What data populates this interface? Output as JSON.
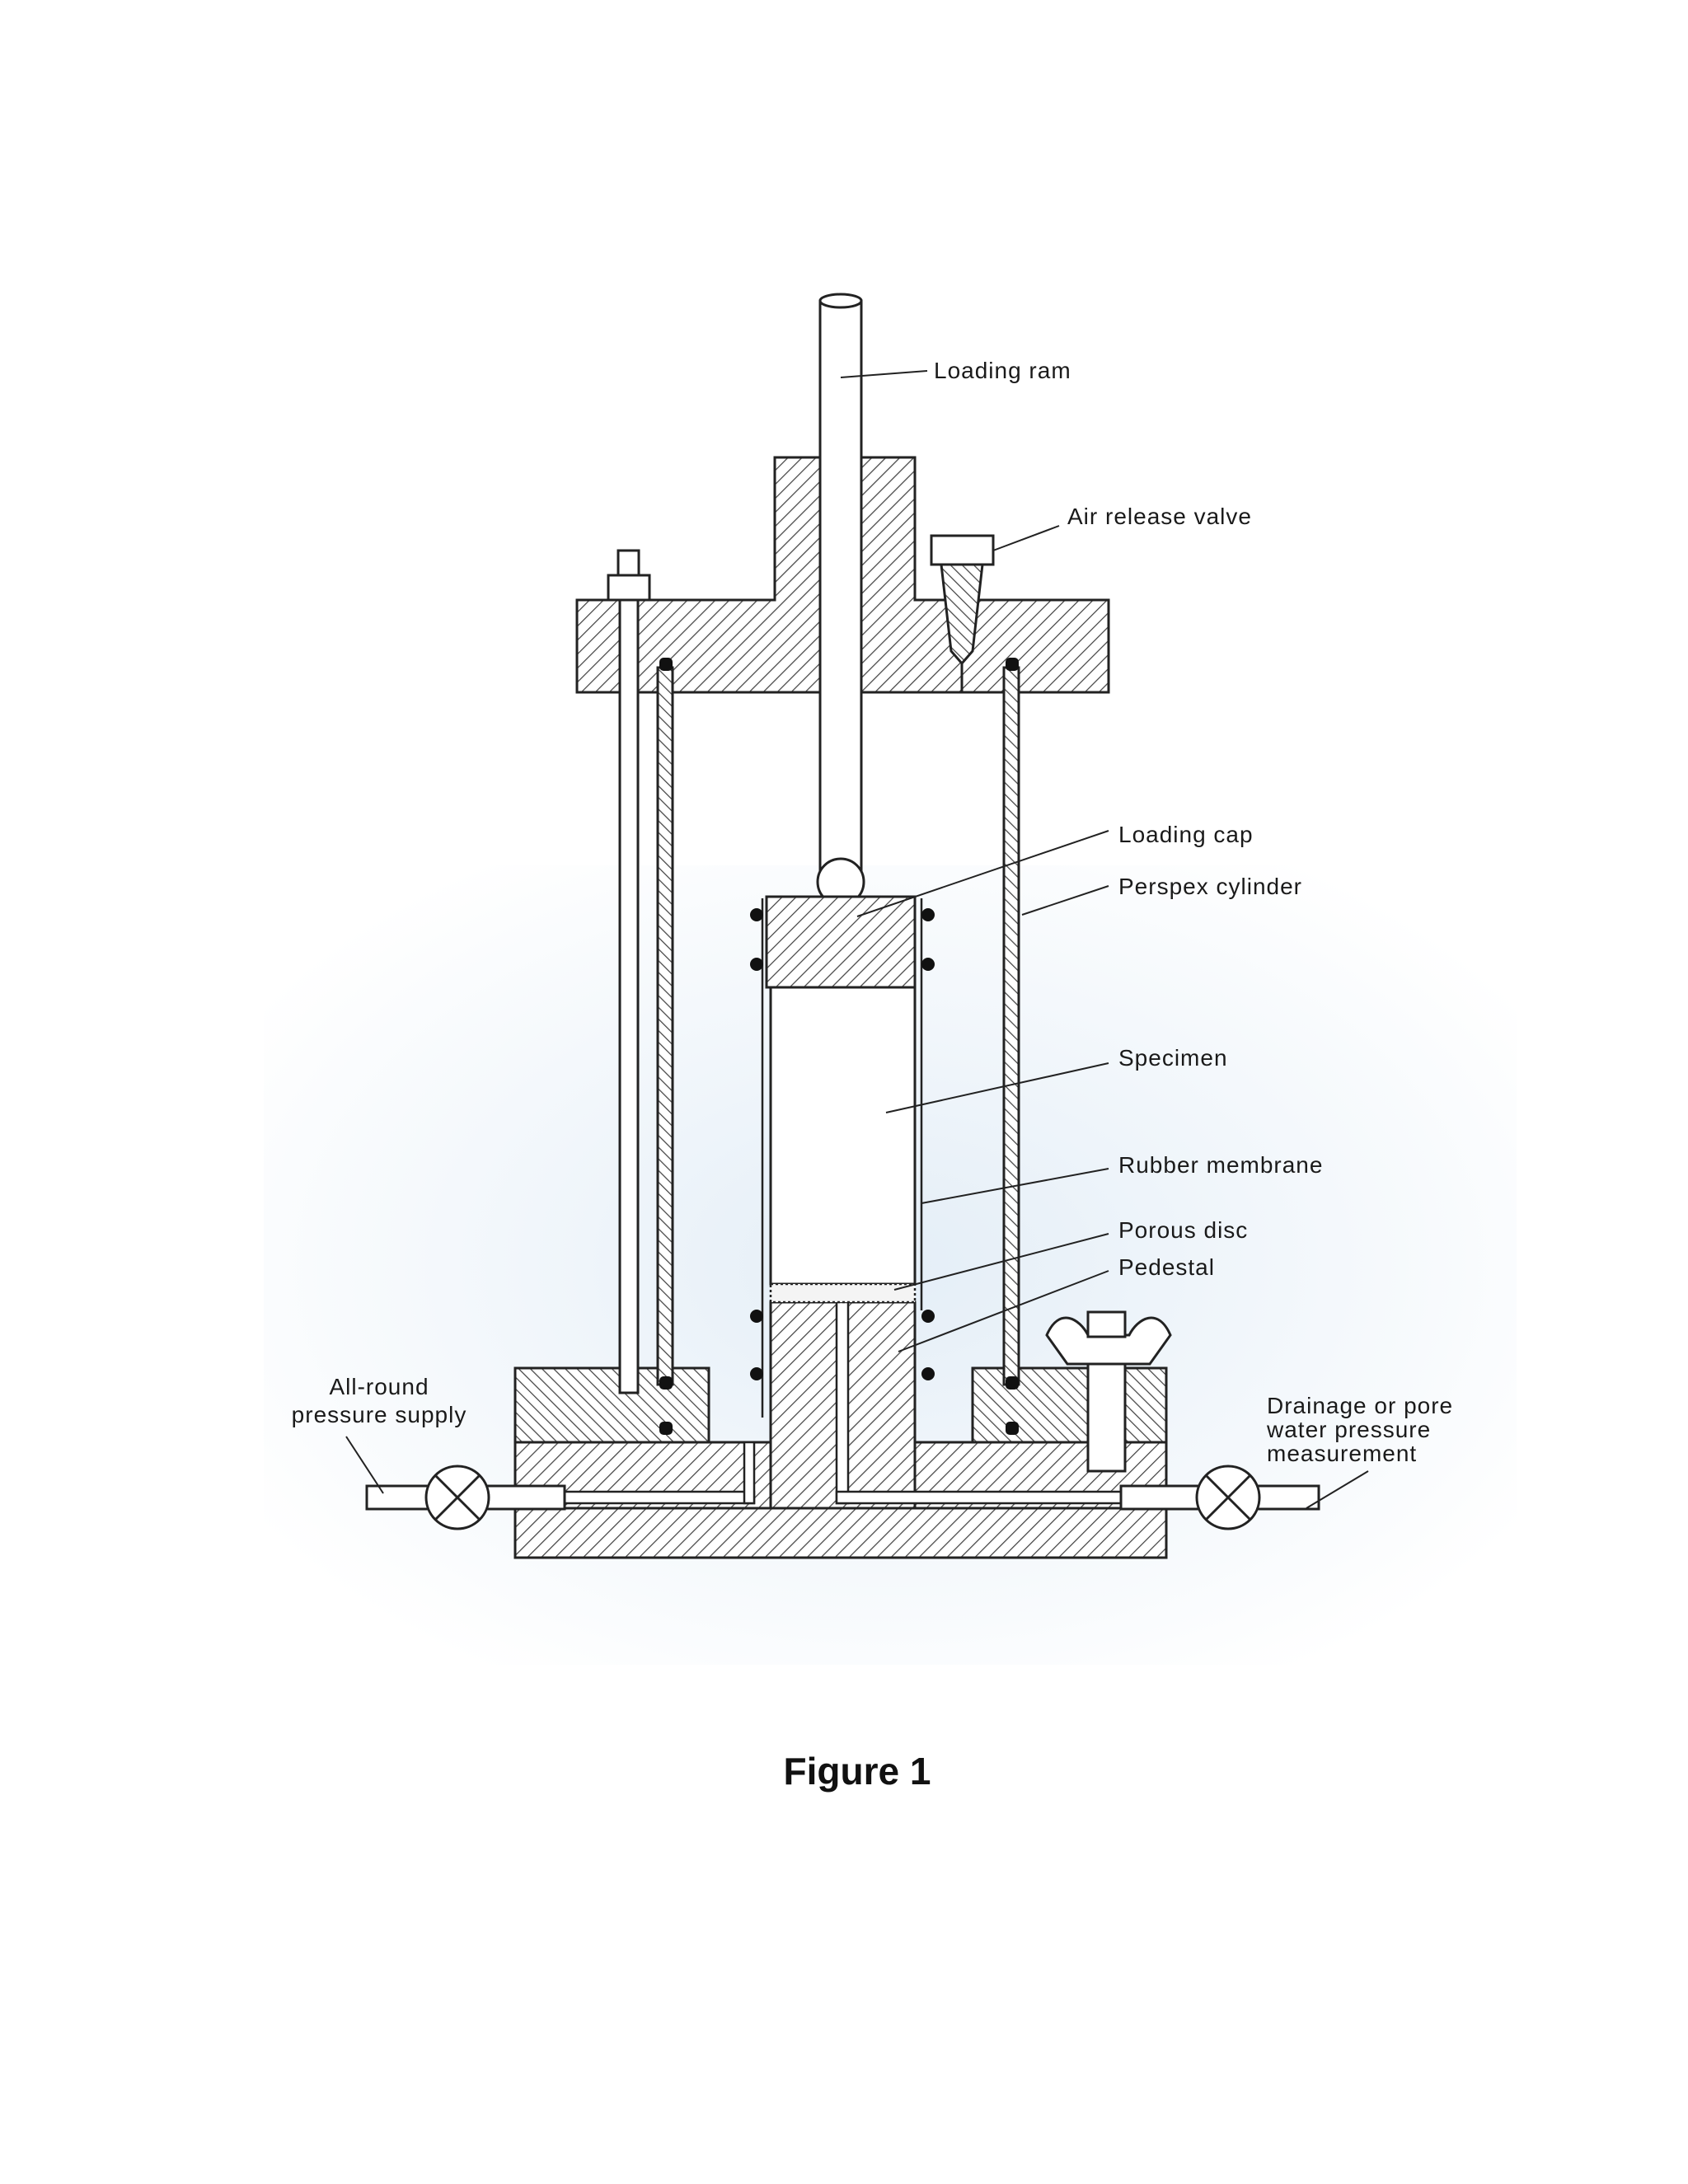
{
  "diagram": {
    "labels": {
      "loading_ram": "Loading ram",
      "air_release_valve": "Air release valve",
      "loading_cap": "Loading cap",
      "perspex_cylinder": "Perspex cylinder",
      "specimen": "Specimen",
      "rubber_membrane": "Rubber membrane",
      "porous_disc": "Porous disc",
      "pedestal": "Pedestal",
      "all_round_1": "All-round",
      "all_round_2": "pressure supply",
      "drainage_1": "Drainage or pore",
      "drainage_2": "water pressure",
      "drainage_3": "measurement"
    },
    "caption": "Figure 1"
  },
  "colors": {
    "line": "#222222",
    "hatch": "#444444",
    "tint": "#eaf2f8"
  }
}
